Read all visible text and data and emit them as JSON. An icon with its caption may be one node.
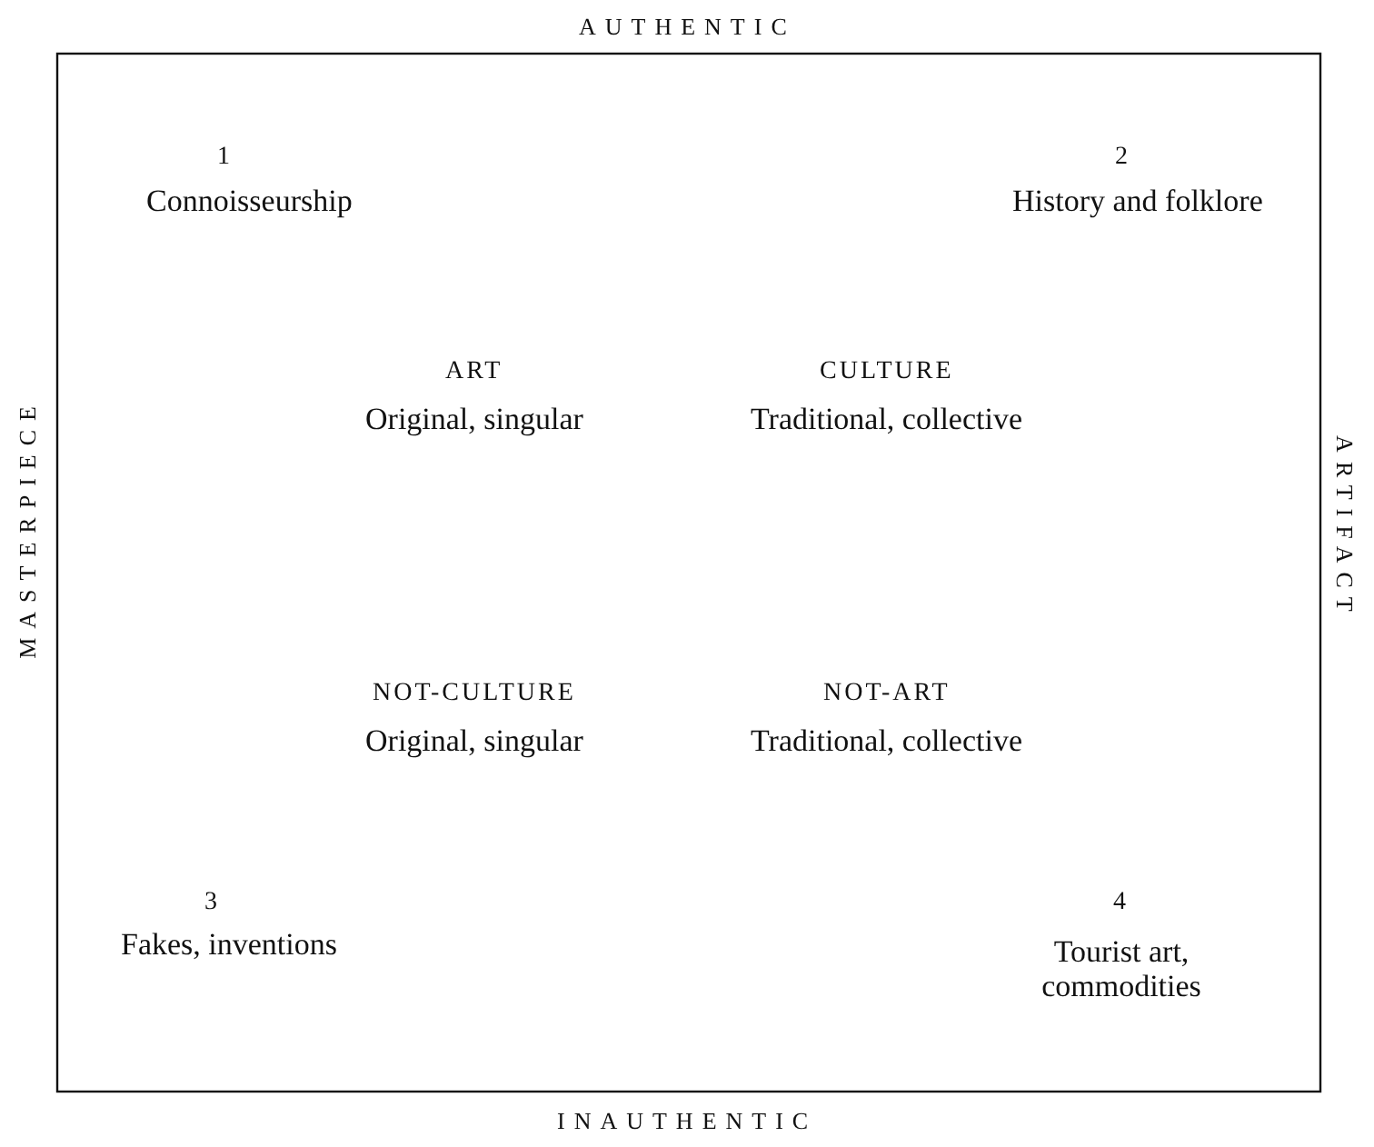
{
  "diagram": {
    "labels": [
      "AUTHENTIC",
      "1",
      "Connoisseurship",
      "2",
      "History and folklore",
      "MASTERPIECE",
      "ARTIFACT",
      "ART",
      "Original, singular",
      "CULTURE",
      "Traditional, collective",
      "NOT-CULTURE",
      "Original, singular",
      "NOT-ART",
      "Traditional, collective",
      "3",
      "Fakes, inventions",
      "4",
      "Tourist art, commodities",
      "INAUTHENTIC"
    ]
  }
}
